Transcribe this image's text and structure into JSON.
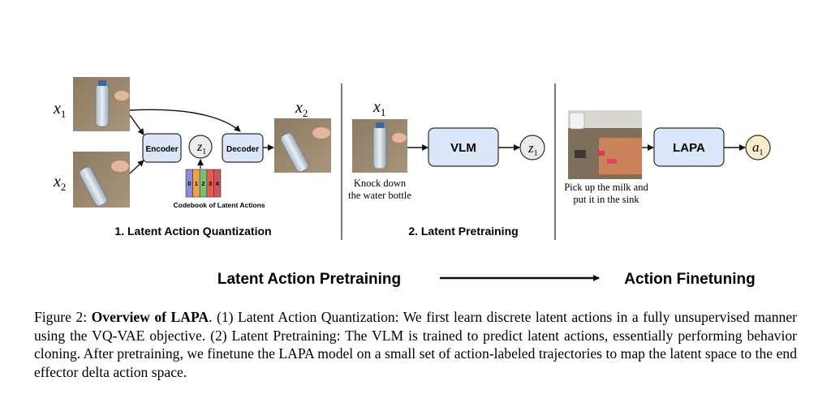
{
  "panel1": {
    "x1_label": "x",
    "x1_sub": "1",
    "x2_label": "x",
    "x2_sub": "2",
    "out_label": "x",
    "out_sub": "2",
    "encoder": "Encoder",
    "decoder": "Decoder",
    "z_label": "z",
    "z_sub": "1",
    "codebook_title": "Codebook of Latent Actions",
    "codebook": [
      {
        "label": "0",
        "color": "#8b8bd6"
      },
      {
        "label": "1",
        "color": "#f0a24a"
      },
      {
        "label": "2",
        "color": "#7dbf6e"
      },
      {
        "label": "3",
        "color": "#e55b4d"
      },
      {
        "label": "4",
        "color": "#c9565f"
      }
    ],
    "title": "1. Latent Action Quantization"
  },
  "panel2": {
    "x_label": "x",
    "x_sub": "1",
    "vlm": "VLM",
    "z_label": "z",
    "z_sub": "1",
    "instruction_line1": "Knock down",
    "instruction_line2": "the water bottle",
    "title": "2. Latent Pretraining"
  },
  "panel3": {
    "lapa": "LAPA",
    "a_label": "a",
    "a_sub": "1",
    "instruction_line1": "Pick up the milk and",
    "instruction_line2": "put it in the sink"
  },
  "bottom": {
    "left": "Latent Action Pretraining",
    "right": "Action Finetuning"
  },
  "caption": {
    "prefix": "Figure 2: ",
    "bold": "Overview of LAPA",
    "text": ". (1) Latent Action Quantization: We first learn discrete latent actions in a fully unsupervised manner using the VQ-VAE objective. (2) Latent Pretraining: The VLM is trained to predict latent actions, essentially performing behavior cloning. After pretraining, we finetune the LAPA model on a small set of action-labeled trajectories to map the latent space to the end effector delta action space."
  },
  "colors": {
    "box_fill": "#dbe7f8",
    "box_stroke": "#2b2b2b",
    "a_fill": "#fbecc9",
    "z_fill": "#ececec"
  }
}
